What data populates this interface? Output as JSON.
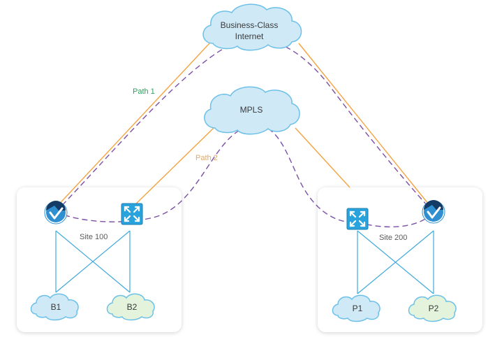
{
  "clouds": {
    "internet": {
      "line1": "Business-Class",
      "line2": "Internet"
    },
    "mpls": {
      "label": "MPLS"
    }
  },
  "paths": {
    "path1": "Path 1",
    "path2": "Path 2"
  },
  "sites": {
    "left": {
      "label": "Site 100"
    },
    "right": {
      "label": "Site 200"
    }
  },
  "branches": {
    "b1": "B1",
    "b2": "B2",
    "p1": "P1",
    "p2": "P2"
  },
  "colors": {
    "orange_link": "#f4a340",
    "purple_path": "#7b4fa6",
    "blue_link": "#3fa9dc",
    "cloud_fill": "#cfe9f7",
    "cloud_stroke": "#6cc0e8",
    "green_cloud_fill": "#e3f3dc",
    "path1_text": "#2e9f5e",
    "path2_text": "#e0a96a"
  }
}
